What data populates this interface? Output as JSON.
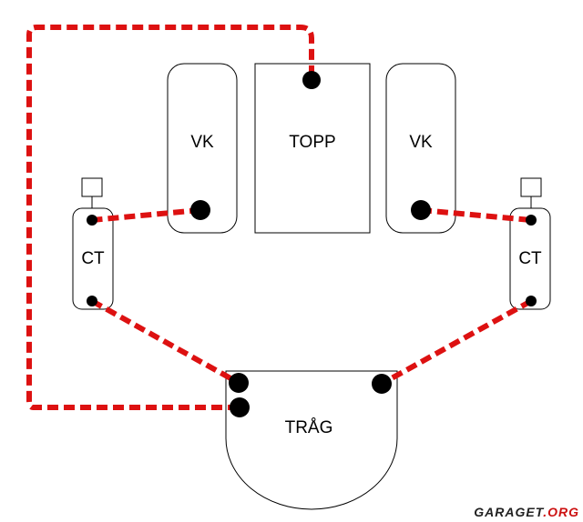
{
  "labels": {
    "vk_left": "VK",
    "topp": "TOPP",
    "vk_right": "VK",
    "ct_left": "CT",
    "ct_right": "CT",
    "trag": "TRÅG"
  },
  "watermark": {
    "text_main": "GARAGET",
    "text_suffix": ".ORG",
    "main_color": "#222222",
    "suffix_color": "#cc1111"
  },
  "colors": {
    "pipe": "#dd1111",
    "outline": "#000000",
    "port": "#000000"
  }
}
